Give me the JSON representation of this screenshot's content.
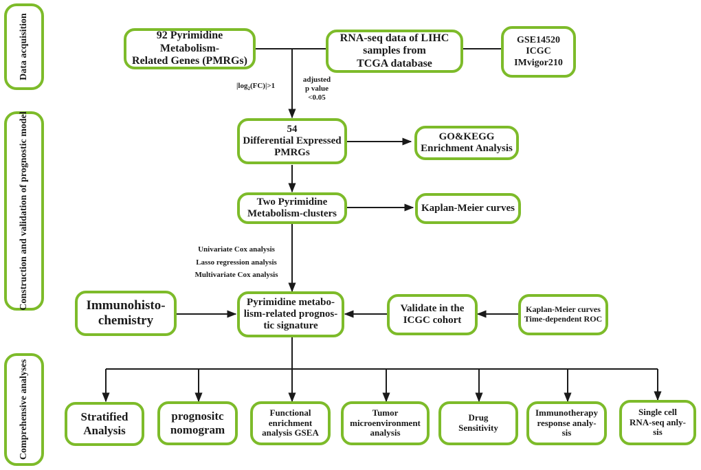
{
  "stages": {
    "data_acquisition": "Data acquisition",
    "construction": "Construction and validation of prognostic model",
    "comprehensive": "Comprehensive analyses"
  },
  "nodes": {
    "pmrgs": [
      "92 Pyrimidine Metabolism-",
      "Related Genes (PMRGs)"
    ],
    "rnaseq": [
      "RNA-seq data of LIHC",
      "samples from",
      "TCGA database"
    ],
    "cohorts": [
      "GSE14520",
      "ICGC",
      "IMvigor210"
    ],
    "deg": [
      "54",
      "Differential Expressed",
      "PMRGs"
    ],
    "gokegg": [
      "GO&KEGG",
      "Enrichment Analysis"
    ],
    "clusters": [
      "Two Pyrimidine",
      "Metabolism-clusters"
    ],
    "km_clusters": [
      "Kaplan-Meier curves"
    ],
    "signature": [
      "Pyrimidine metabo-",
      "lism-related prognos-",
      "tic signature"
    ],
    "ihc": [
      "Immunohisto-",
      "chemistry"
    ],
    "validate": [
      "Validate in the",
      "ICGC cohort"
    ],
    "km_roc": [
      "Kaplan-Meier curves",
      "Time-dependent ROC"
    ]
  },
  "annotations": {
    "log_fc_prefix": "|log",
    "log_fc_sub": "2",
    "log_fc_suffix": "(FC)|>1",
    "adj_p": [
      "adjusted",
      "p value",
      "<0.05"
    ],
    "cox_steps": [
      "Univariate Cox analysis",
      "Lasso regression analysis",
      "Multivariate Cox analysis"
    ]
  },
  "analyses": [
    [
      "Stratified",
      "Analysis"
    ],
    [
      "prognositc",
      "nomogram"
    ],
    [
      "Functional",
      "enrichment",
      "analysis GSEA"
    ],
    [
      "Tumor",
      "microenvironment",
      "analysis"
    ],
    [
      "Drug",
      "Sensitivity"
    ],
    [
      "Immunotherapy",
      "response analy-",
      "sis"
    ],
    [
      "Single cell",
      "RNA-seq anly-",
      "sis"
    ]
  ],
  "colors": {
    "border_green": "#7dbb2a",
    "line": "#1a1a1a"
  }
}
